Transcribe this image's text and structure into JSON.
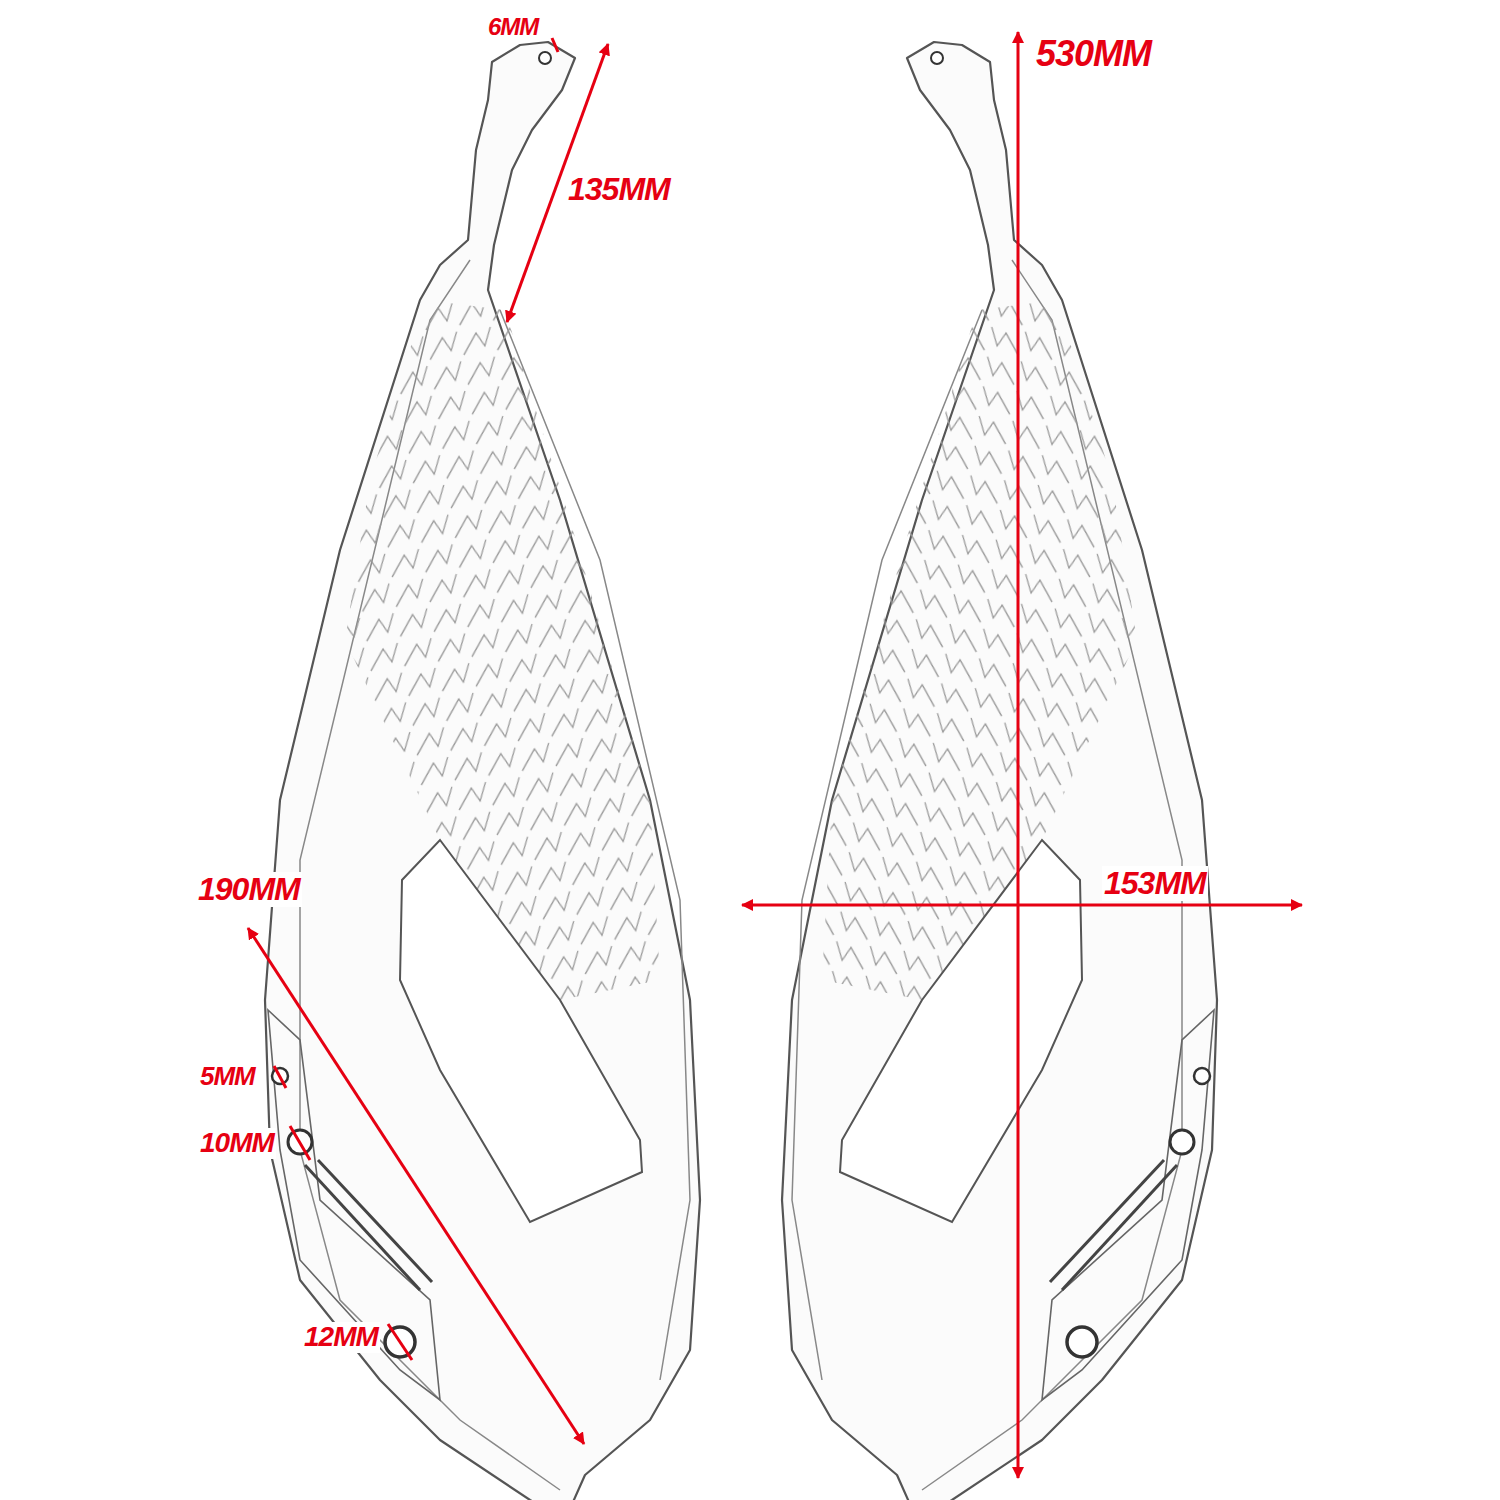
{
  "diagram": {
    "labels": [
      "6MM",
      "135MM",
      "190MM",
      "5MM",
      "10MM",
      "12MM",
      "530MM",
      "153MM"
    ]
  }
}
